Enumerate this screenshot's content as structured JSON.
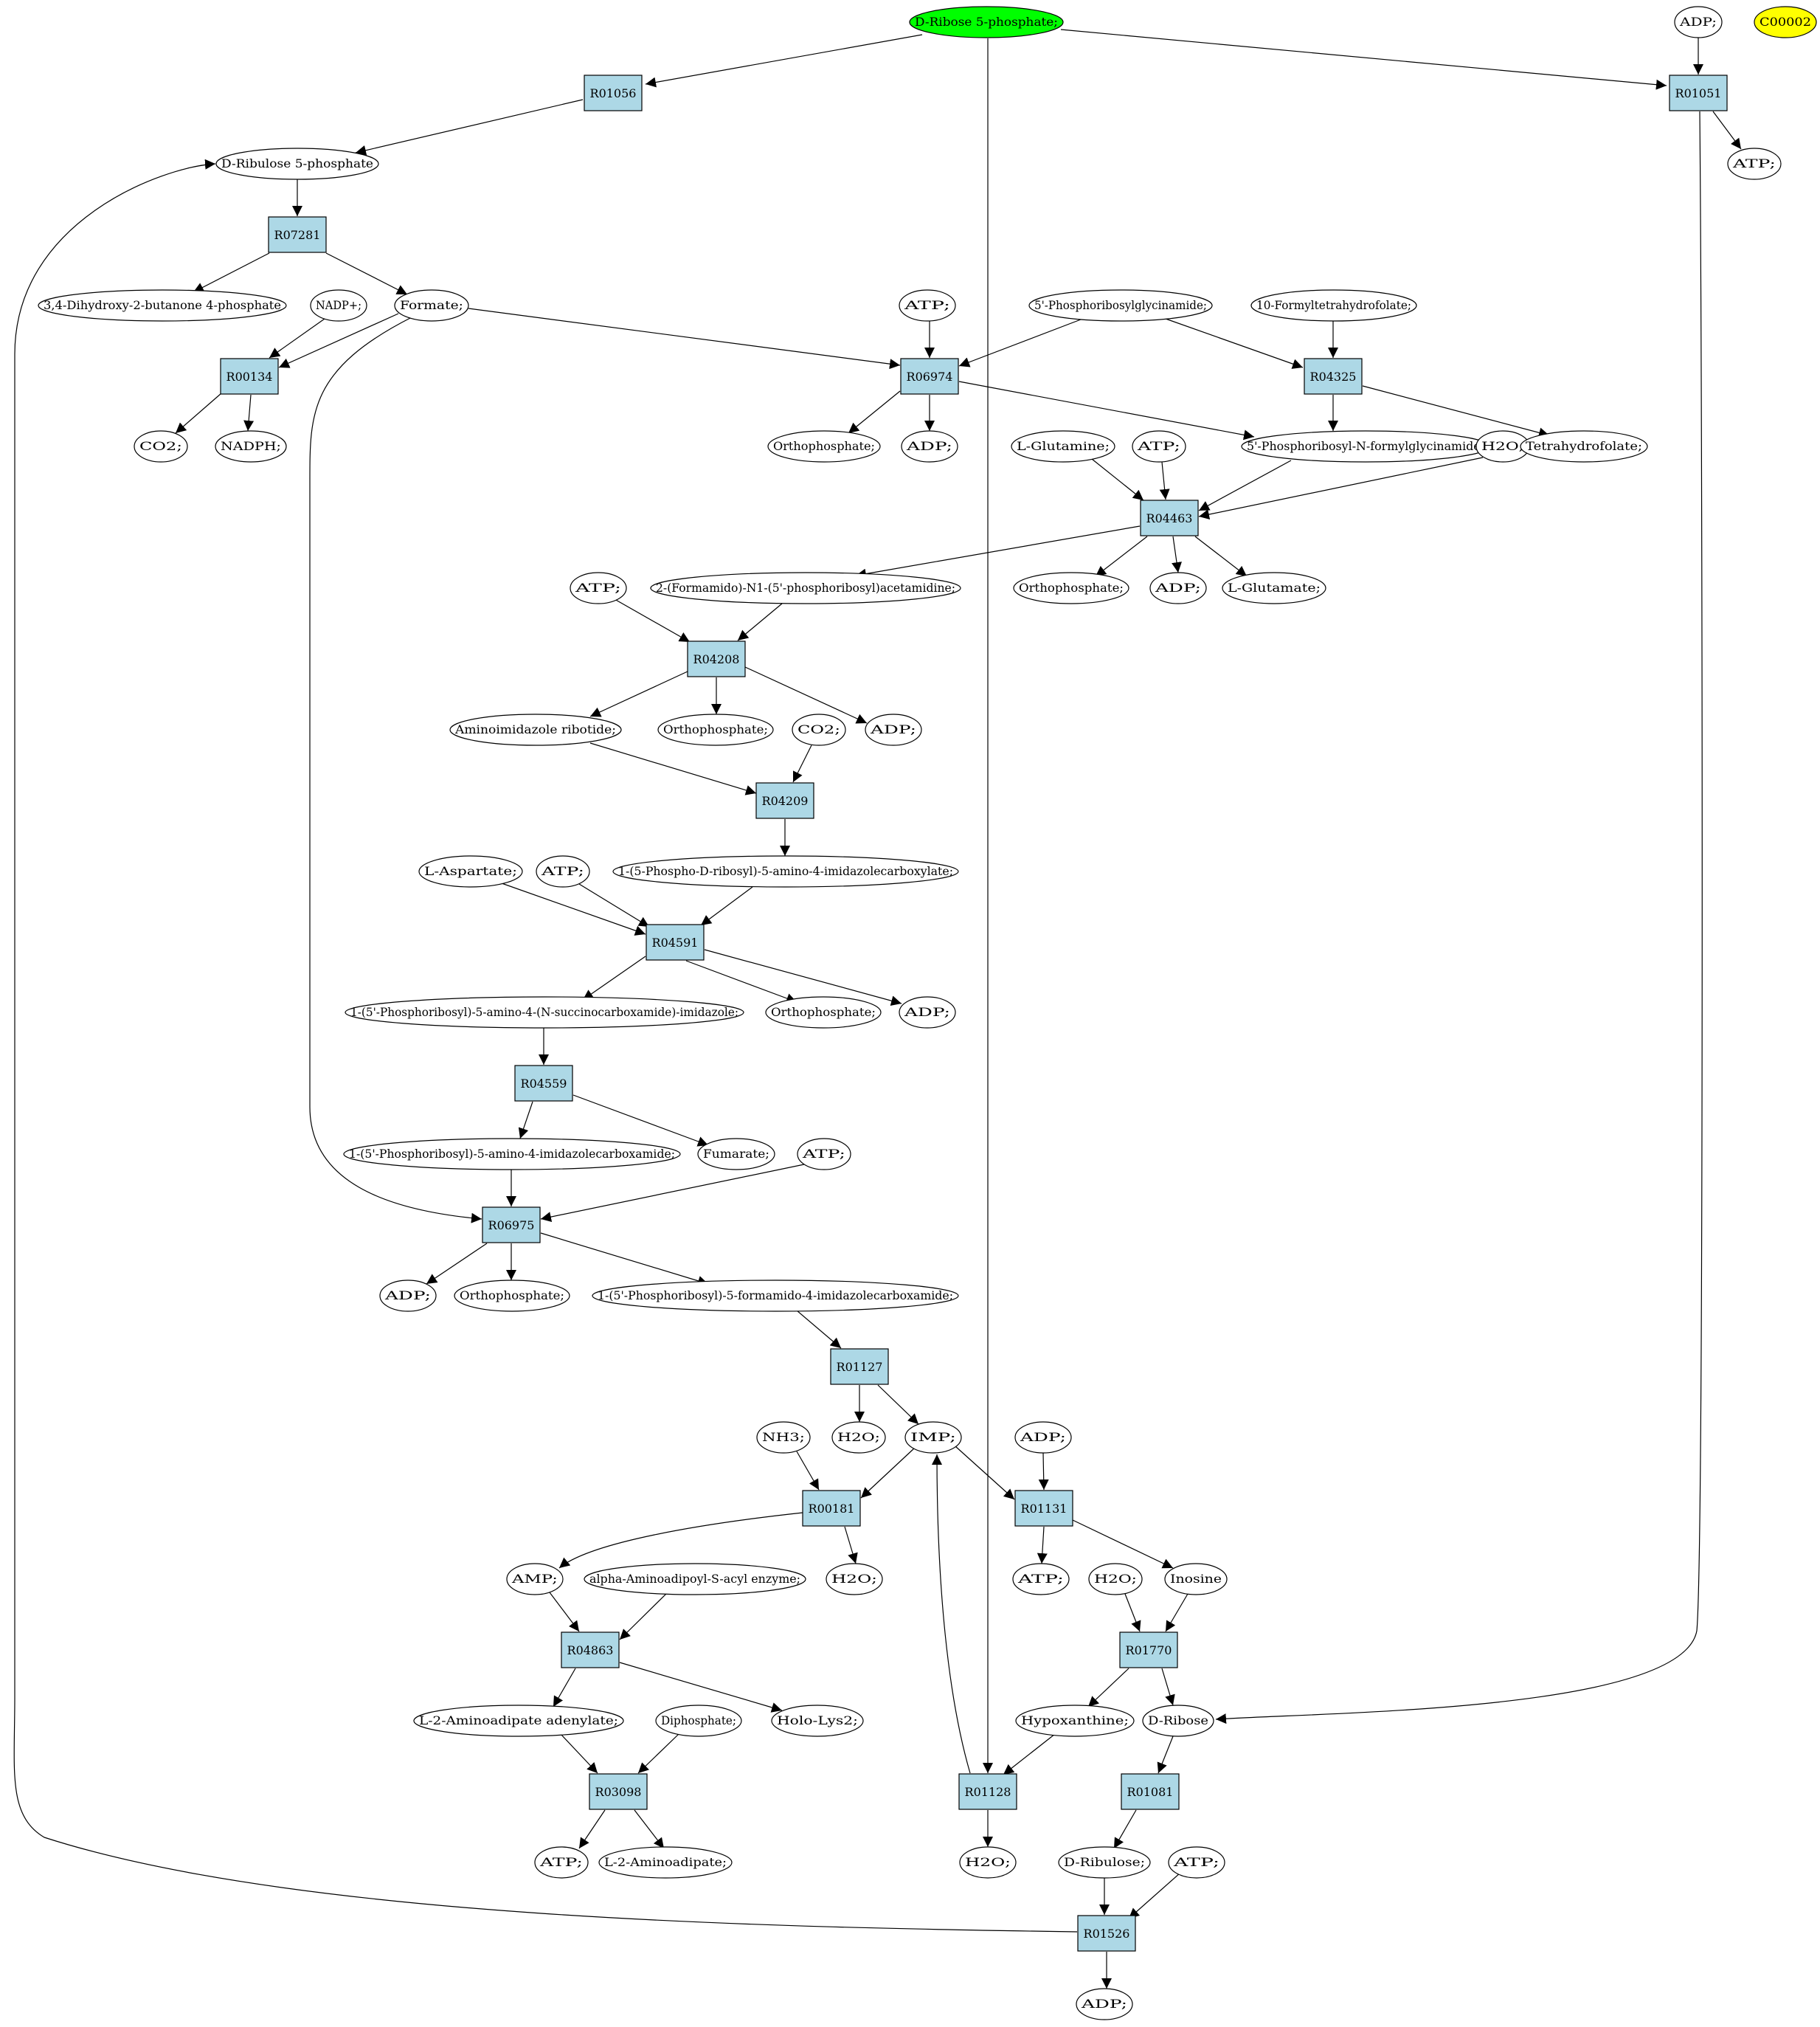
{
  "colors": {
    "source": "#00ff00",
    "orphan": "#ffff00",
    "reaction": "#add8e6",
    "metabolite": "#ffffff",
    "stroke": "#000000"
  },
  "compounds": {
    "rib5p": "D-Ribose 5-phosphate;",
    "c00002": "C00002",
    "adp_top": "ADP;",
    "atp_r01051": "ATP;",
    "ribu5p": "D-Ribulose 5-phosphate",
    "dhb4p": "3,4-Dihydroxy-2-butanone 4-phosphate",
    "nadp": "NADP+;",
    "formate": "Formate;",
    "atp_r06974": "ATP;",
    "prgly": "5'-Phosphoribosylglycinamide;",
    "fthf": "10-Formyltetrahydrofolate;",
    "co2_a": "CO2;",
    "nadph": "NADPH;",
    "pi_r06974": "Orthophosphate;",
    "adp_r06974": "ADP;",
    "lgln": "L-Glutamine;",
    "atp_r04463": "ATP;",
    "prfgly": "5'-Phosphoribosyl-N-formylglycinamide;",
    "h2o_r04463": "H2O;",
    "thf": "Tetrahydrofolate;",
    "pi_r04463": "Orthophosphate;",
    "adp_r04463": "ADP;",
    "lglu": "L-Glutamate;",
    "atp_r04208": "ATP;",
    "fgam": "2-(Formamido)-N1-(5'-phosphoribosyl)acetamidine;",
    "air": "Aminoimidazole ribotide;",
    "pi_r04208": "Orthophosphate;",
    "co2_b": "CO2;",
    "adp_r04208": "ADP;",
    "laspa": "L-Aspartate;",
    "atp_r04591": "ATP;",
    "cair": "1-(5-Phospho-D-ribosyl)-5-amino-4-imidazolecarboxylate;",
    "saicar": "1-(5'-Phosphoribosyl)-5-amino-4-(N-succinocarboxamide)-imidazole;",
    "pi_r04591": "Orthophosphate;",
    "adp_r04591": "ADP;",
    "aicar": "1-(5'-Phosphoribosyl)-5-amino-4-imidazolecarboxamide;",
    "fum": "Fumarate;",
    "atp_r06975": "ATP;",
    "adp_r06975": "ADP;",
    "pi_r06975": "Orthophosphate;",
    "faicar": "1-(5'-Phosphoribosyl)-5-formamido-4-imidazolecarboxamide;",
    "nh3": "NH3;",
    "h2o_r01127": "H2O;",
    "imp": "IMP;",
    "adp_r01131": "ADP;",
    "amp": "AMP;",
    "aaenz": "alpha-Aminoadipoyl-S-acyl enzyme;",
    "h2o_r00181": "H2O;",
    "atp_r01131": "ATP;",
    "h2o_r01770": "H2O;",
    "inosine": "Inosine",
    "l2aad": "L-2-Aminoadipate adenylate;",
    "ppi": "Diphosphate;",
    "holo": "Holo-Lys2;",
    "hypox": "Hypoxanthine;",
    "drib": "D-Ribose",
    "atp_r03098": "ATP;",
    "l2aa": "L-2-Aminoadipate;",
    "h2o_r01128": "H2O;",
    "dribu": "D-Ribulose;",
    "atp_r01526": "ATP;",
    "adp_r01526": "ADP;"
  },
  "reactions": {
    "R01056": "R01056",
    "R01051": "R01051",
    "R07281": "R07281",
    "R00134": "R00134",
    "R06974": "R06974",
    "R04325": "R04325",
    "R04463": "R04463",
    "R04208": "R04208",
    "R04209": "R04209",
    "R04591": "R04591",
    "R04559": "R04559",
    "R06975": "R06975",
    "R01127": "R01127",
    "R00181": "R00181",
    "R01131": "R01131",
    "R04863": "R04863",
    "R01770": "R01770",
    "R03098": "R03098",
    "R01128": "R01128",
    "R01081": "R01081",
    "R01526": "R01526"
  }
}
